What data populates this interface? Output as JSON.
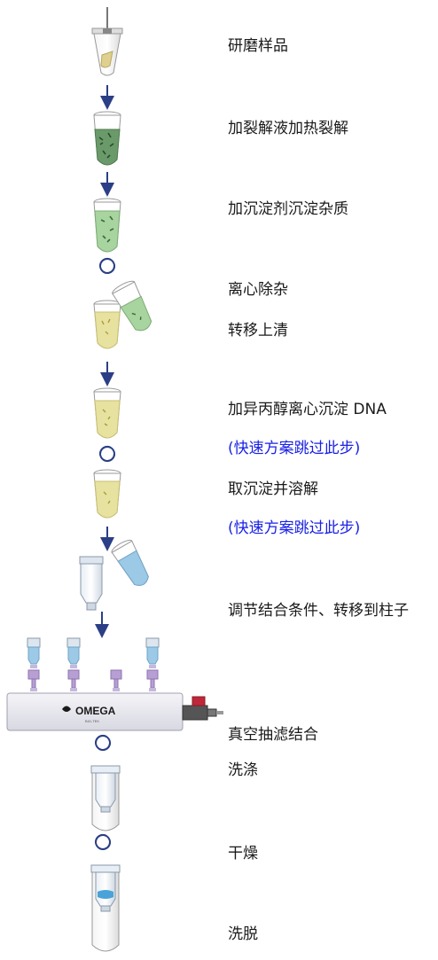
{
  "steps": {
    "grind": "研磨样品",
    "lyse": "加裂解液加热裂解",
    "precip": "加沉淀剂沉淀杂质",
    "spin": "离心除杂",
    "transfer": "转移上清",
    "isopropanol": "加异丙醇离心沉淀 DNA",
    "note1": "(快速方案跳过此步)",
    "dissolve": "取沉淀并溶解",
    "note2": "(快速方案跳过此步)",
    "bind": "调节结合条件、转移到柱子",
    "vacuum": "真空抽滤结合",
    "wash": "洗涤",
    "dry": "干燥",
    "elute": "洗脱"
  },
  "manifold": {
    "brand": "OMEGA",
    "sub": "BIO-TEK"
  },
  "colors": {
    "text": "#1a1a1a",
    "note": "#1a21e6",
    "arrow": "#2b3f86",
    "tube_outline": "#8a8a8a",
    "green_lysate": "#6a9a6a",
    "green_light": "#a8d4a0",
    "yellow_sup": "#e8e2a0",
    "blue_column": "#9cc9e6",
    "manifold": "#e7e7ee",
    "valve_red": "#c0283a"
  },
  "icons": [
    "tube-icon",
    "down-arrow-icon",
    "centrifuge-icon",
    "column-icon",
    "vacuum-manifold-icon"
  ]
}
